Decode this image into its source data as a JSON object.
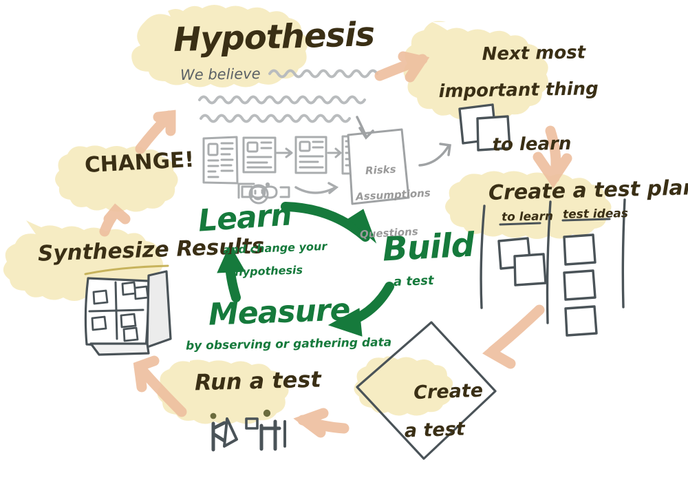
{
  "title": "Build-Measure-Learn cycle sketchnote",
  "palette": {
    "highlight_yellow": "#f6ecc3",
    "ink_dark_brown": "#3a2f15",
    "green": "#167a3c",
    "peach_arrow": "#f0c3a4",
    "gray_sketch": "#a6a6a6",
    "slate_sketch": "#4a5358",
    "background": "#ffffff"
  },
  "nodes": {
    "hypothesis": {
      "label": "Hypothesis",
      "subtitle": "We believe",
      "placeholder_lines": 3
    },
    "next_thing": {
      "line1": "Next most",
      "line2": "important thing",
      "line3": "to learn",
      "sticky_count": 2
    },
    "test_plan": {
      "label": "Create a test plan",
      "columns": [
        {
          "header": "to learn",
          "sticky_count": 2
        },
        {
          "header": "test ideas",
          "sticky_count": 3
        }
      ]
    },
    "create_test": {
      "line1": "Create",
      "line2": "a test"
    },
    "run_test": {
      "label": "Run a test",
      "figures": 2
    },
    "synthesize": {
      "label": "Synthesize Results",
      "matrix": "2x2",
      "sticky_count": 5
    },
    "change": {
      "label": "CHANGE!"
    },
    "risks_note": {
      "line1": "Risks",
      "line2": "Assumptions",
      "line3": "Questions"
    }
  },
  "cycle": {
    "build": {
      "label": "Build",
      "subtitle": "a test"
    },
    "measure": {
      "label": "Measure",
      "subtitle": "by observing or gathering data"
    },
    "learn": {
      "label": "Learn",
      "sub1": "and change your",
      "sub2": "hypothesis"
    }
  }
}
